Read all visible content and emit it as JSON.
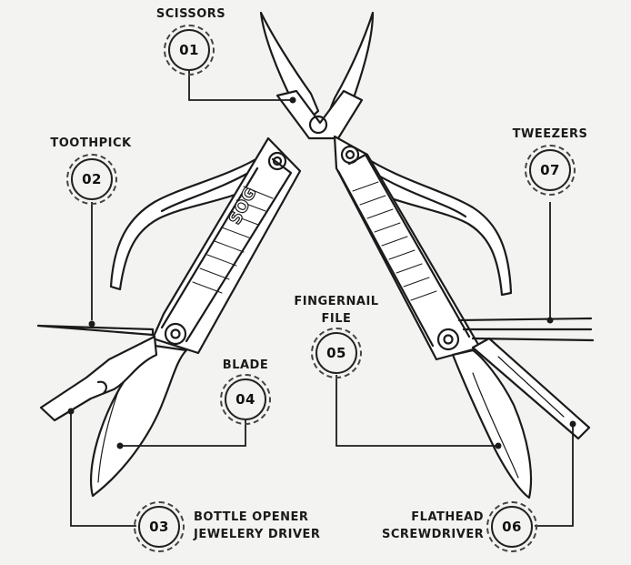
{
  "callouts": [
    {
      "number": "01",
      "label_lines": [
        "SCISSORS"
      ]
    },
    {
      "number": "02",
      "label_lines": [
        "TOOTHPICK"
      ]
    },
    {
      "number": "03",
      "label_lines": [
        "BOTTLE OPENER",
        "JEWELERY DRIVER"
      ]
    },
    {
      "number": "04",
      "label_lines": [
        "BLADE"
      ]
    },
    {
      "number": "05",
      "label_lines": [
        "FINGERNAIL",
        "FILE"
      ]
    },
    {
      "number": "06",
      "label_lines": [
        "FLATHEAD",
        "SCREWDRIVER"
      ]
    },
    {
      "number": "07",
      "label_lines": [
        "TWEEZERS"
      ]
    }
  ],
  "brand_mark": "SOG"
}
